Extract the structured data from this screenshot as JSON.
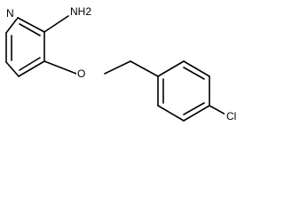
{
  "molecule": {
    "atoms": {
      "n_ring": "N",
      "amine": "NH2",
      "ether_o": "O",
      "chlorine": "Cl"
    }
  }
}
